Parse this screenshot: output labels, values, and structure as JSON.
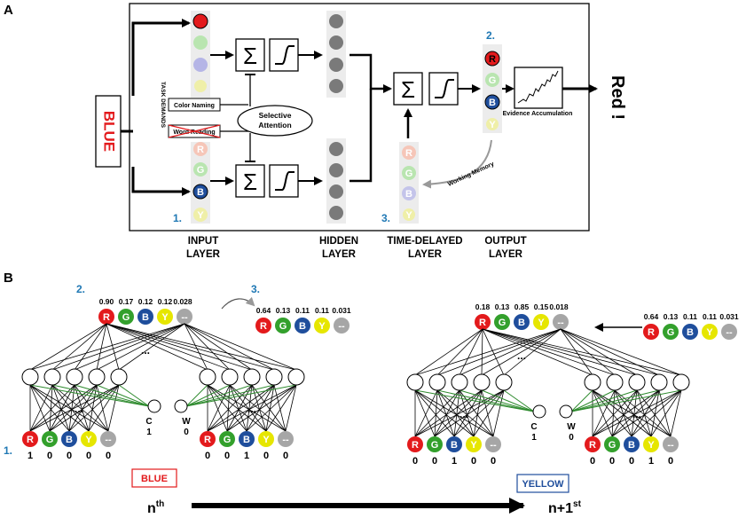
{
  "panel_a": {
    "label": "A",
    "stimulus_word": "BLUE",
    "response_text": "Red !",
    "task_demands_label": "TASK DEMANDS",
    "task_color_naming": "Color Naming",
    "task_word_reading": "Word Reading",
    "selective_attention": [
      "Selective",
      "Attention"
    ],
    "working_memory": "Working Memory",
    "evidence_accumulation": "Evidence Accumulation",
    "unit_letters": [
      "R",
      "G",
      "B",
      "Y"
    ],
    "markers": [
      "1.",
      "2.",
      "3."
    ],
    "layer_labels": [
      [
        "INPUT",
        "LAYER"
      ],
      [
        "HIDDEN",
        "LAYER"
      ],
      [
        "TIME-DELAYED",
        "LAYER"
      ],
      [
        "OUTPUT",
        "LAYER"
      ]
    ],
    "colors": {
      "red": "#e31a1c",
      "green": "#33a02c",
      "blue": "#1f4e9c",
      "yellow": "#e6e600",
      "grey": "#8c8c8c",
      "marker": "#1f78b4"
    }
  },
  "panel_b": {
    "label": "B",
    "markers": [
      "1.",
      "2.",
      "3."
    ],
    "ellipsis": "...",
    "trial_n": {
      "output_values": [
        "0.90",
        "0.17",
        "0.12",
        "0.12",
        "0.028"
      ],
      "delayed_values": [
        "0.64",
        "0.13",
        "0.11",
        "0.11",
        "0.031"
      ],
      "input_values_left": [
        "1",
        "0",
        "0",
        "0",
        "0"
      ],
      "input_values_right": [
        "0",
        "0",
        "1",
        "0",
        "0"
      ],
      "task_units": [
        "C",
        "W"
      ],
      "task_values": [
        "1",
        "0"
      ],
      "stimulus": "BLUE"
    },
    "trial_n1": {
      "output_values": [
        "0.18",
        "0.13",
        "0.85",
        "0.15",
        "0.018"
      ],
      "delayed_values": [
        "0.64",
        "0.13",
        "0.11",
        "0.11",
        "0.031"
      ],
      "input_values_left": [
        "0",
        "0",
        "1",
        "0",
        "0"
      ],
      "input_values_right": [
        "0",
        "0",
        "0",
        "1",
        "0"
      ],
      "task_units": [
        "C",
        "W"
      ],
      "task_values": [
        "1",
        "0"
      ],
      "stimulus": "YELLOW"
    },
    "unit_letters": [
      "R",
      "G",
      "B",
      "Y",
      "--"
    ],
    "timeline_start": "n",
    "timeline_start_sup": "th",
    "timeline_end": "n+1",
    "timeline_end_sup": "st"
  }
}
